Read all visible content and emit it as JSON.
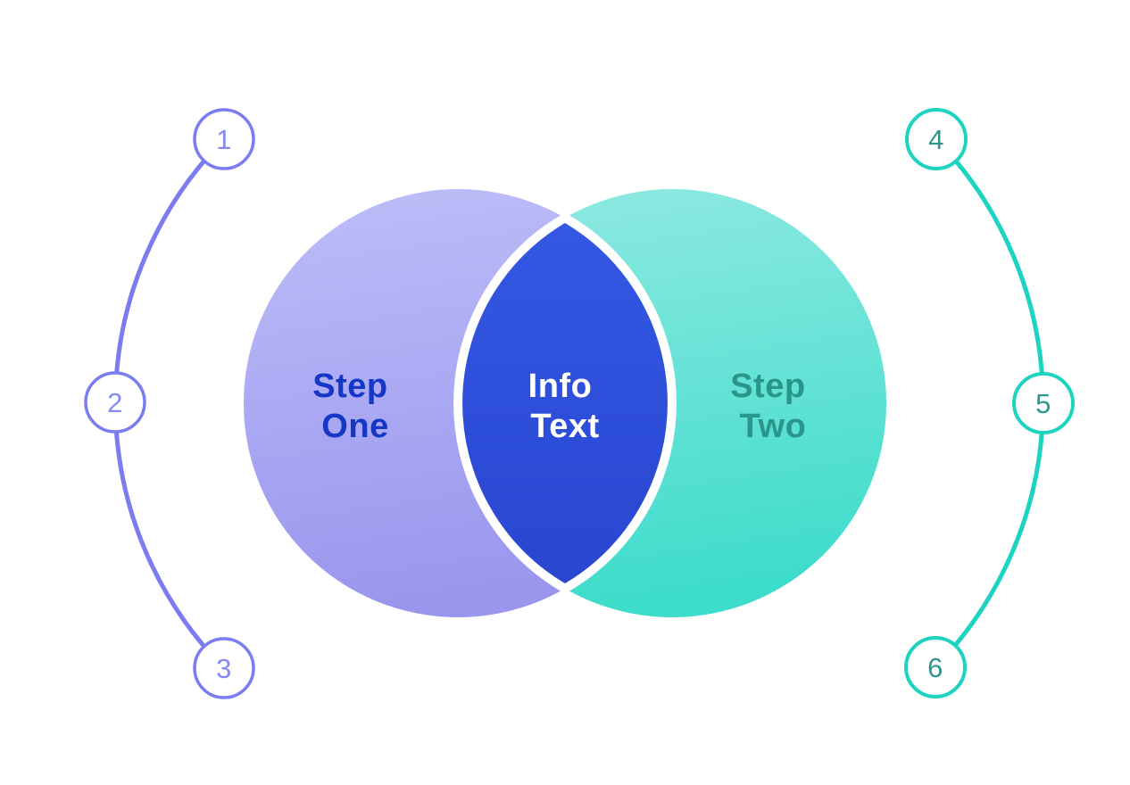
{
  "colors": {
    "background": "#ffffff",
    "left_circle_top": "#bdbef8",
    "left_circle_bottom": "#9a96ee",
    "right_circle_top": "#90e9e2",
    "right_circle_bottom": "#3edccb",
    "intersection_top": "#3458e4",
    "intersection_bottom": "#2846d0",
    "intersection_outline": "#ffffff",
    "left_label_text": "#1437c5",
    "center_label_text": "#ffffff",
    "right_label_text": "#2a958b",
    "left_connector": "#7b7cf0",
    "left_marker_number": "#8589f2",
    "right_connector": "#1ed4c1",
    "right_marker_number": "#2f968c",
    "marker_fill": "#ffffff"
  },
  "venn": {
    "left": {
      "line1": "Step",
      "line2": "One"
    },
    "center": {
      "line1": "Info",
      "line2": "Text"
    },
    "right": {
      "line1": "Step",
      "line2": "Two"
    }
  },
  "left_markers": [
    "1",
    "2",
    "3"
  ],
  "right_markers": [
    "4",
    "5",
    "6"
  ]
}
